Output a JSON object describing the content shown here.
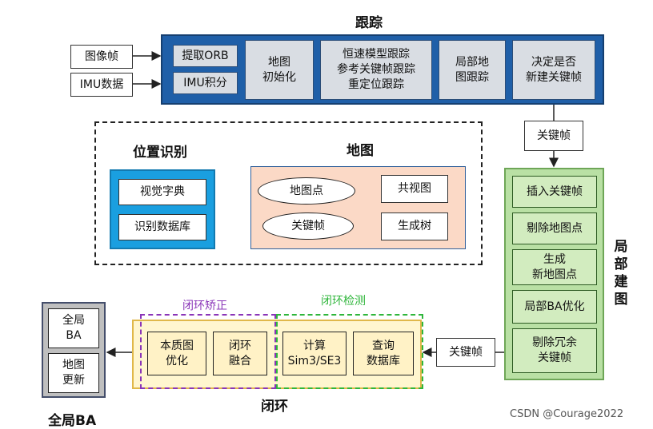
{
  "tracking": {
    "title": "跟踪",
    "inputs": {
      "image_frame": "图像帧",
      "imu_data": "IMU数据"
    },
    "extract_orb": "提取ORB",
    "imu_integration": "IMU积分",
    "map_init": "地图\n初始化",
    "tracking_modes": "恒速模型跟踪\n参考关键帧跟踪\n重定位跟踪",
    "local_map_tracking": "局部地\n图跟踪",
    "decide_keyframe": "决定是否\n新建关键帧",
    "keyframe_label": "关键帧"
  },
  "place_recognition": {
    "title": "位置识别",
    "visual_dictionary": "视觉字典",
    "recognition_db": "识别数据库"
  },
  "map": {
    "title": "地图",
    "map_points": "地图点",
    "keyframes": "关键帧",
    "covisibility_graph": "共视图",
    "spanning_tree": "生成树"
  },
  "local_mapping": {
    "title": "局\n部\n建\n图",
    "steps": [
      "插入关键帧",
      "剔除地图点",
      "生成\n新地图点",
      "局部BA优化",
      "剔除冗余\n关键帧"
    ],
    "keyframe_label": "关键帧"
  },
  "loop_closing": {
    "title": "闭环",
    "correction_label": "闭环矫正",
    "detection_label": "闭环检测",
    "essential_graph": "本质图\n优化",
    "loop_fusion": "闭环\n融合",
    "compute_sim3": "计算\nSim3/SE3",
    "query_db": "查询\n数据库"
  },
  "global_ba": {
    "title": "全局BA",
    "full_ba": "全局\nBA",
    "map_update": "地图\n更新"
  },
  "watermark": "CSDN @Courage2022"
}
